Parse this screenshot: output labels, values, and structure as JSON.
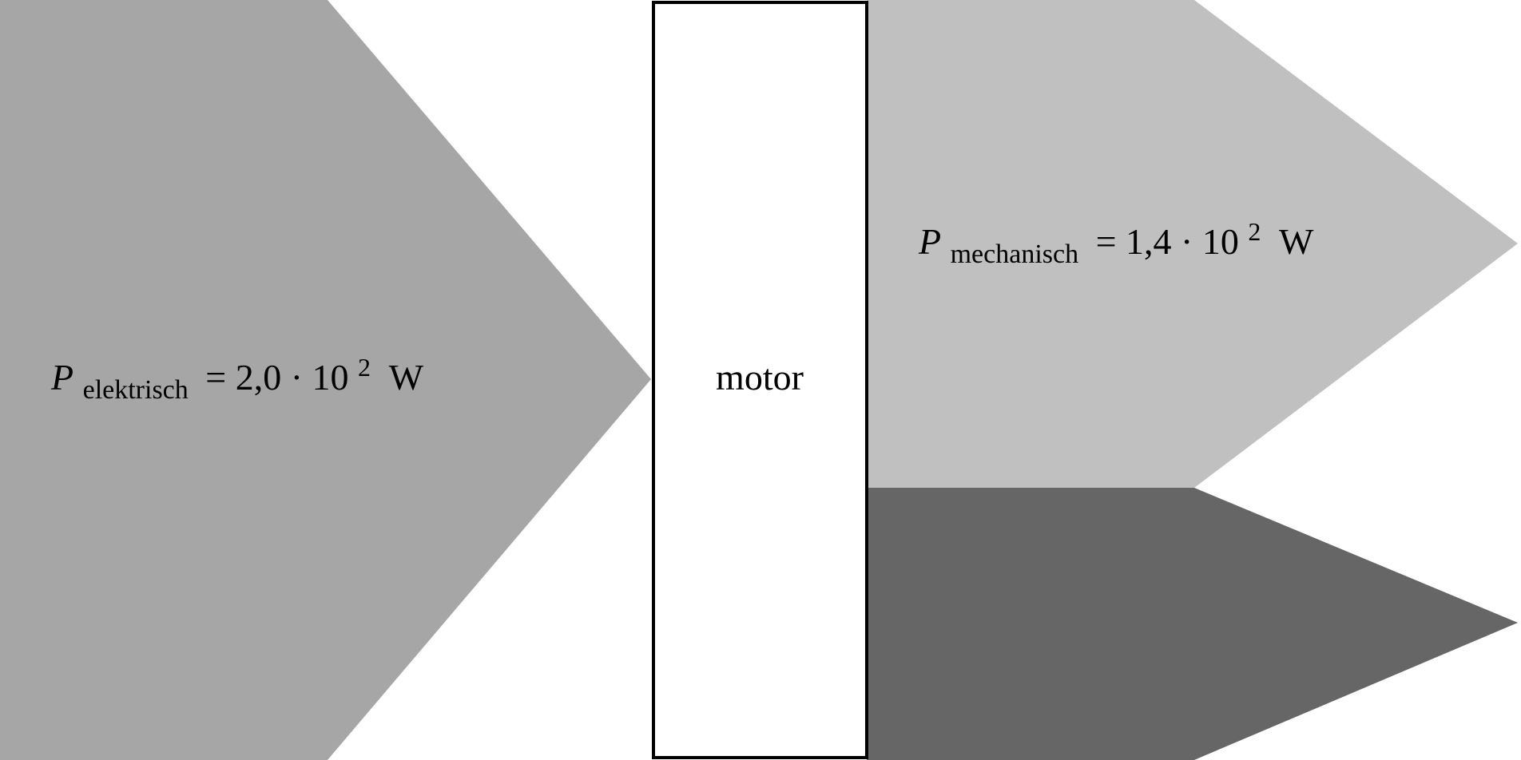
{
  "diagram": {
    "input_arrow": {
      "symbol": "P",
      "subscript": "elektrisch",
      "value": "= 2,0 · 10",
      "exponent": "2",
      "unit": "W",
      "color": "#a6a6a6"
    },
    "box": {
      "label": "motor"
    },
    "output_mechanical": {
      "symbol": "P",
      "subscript": "mechanisch",
      "value": "= 1,4 · 10",
      "exponent": "2",
      "unit": "W",
      "color": "#c0c0c0"
    },
    "output_loss": {
      "color": "#666666"
    }
  }
}
